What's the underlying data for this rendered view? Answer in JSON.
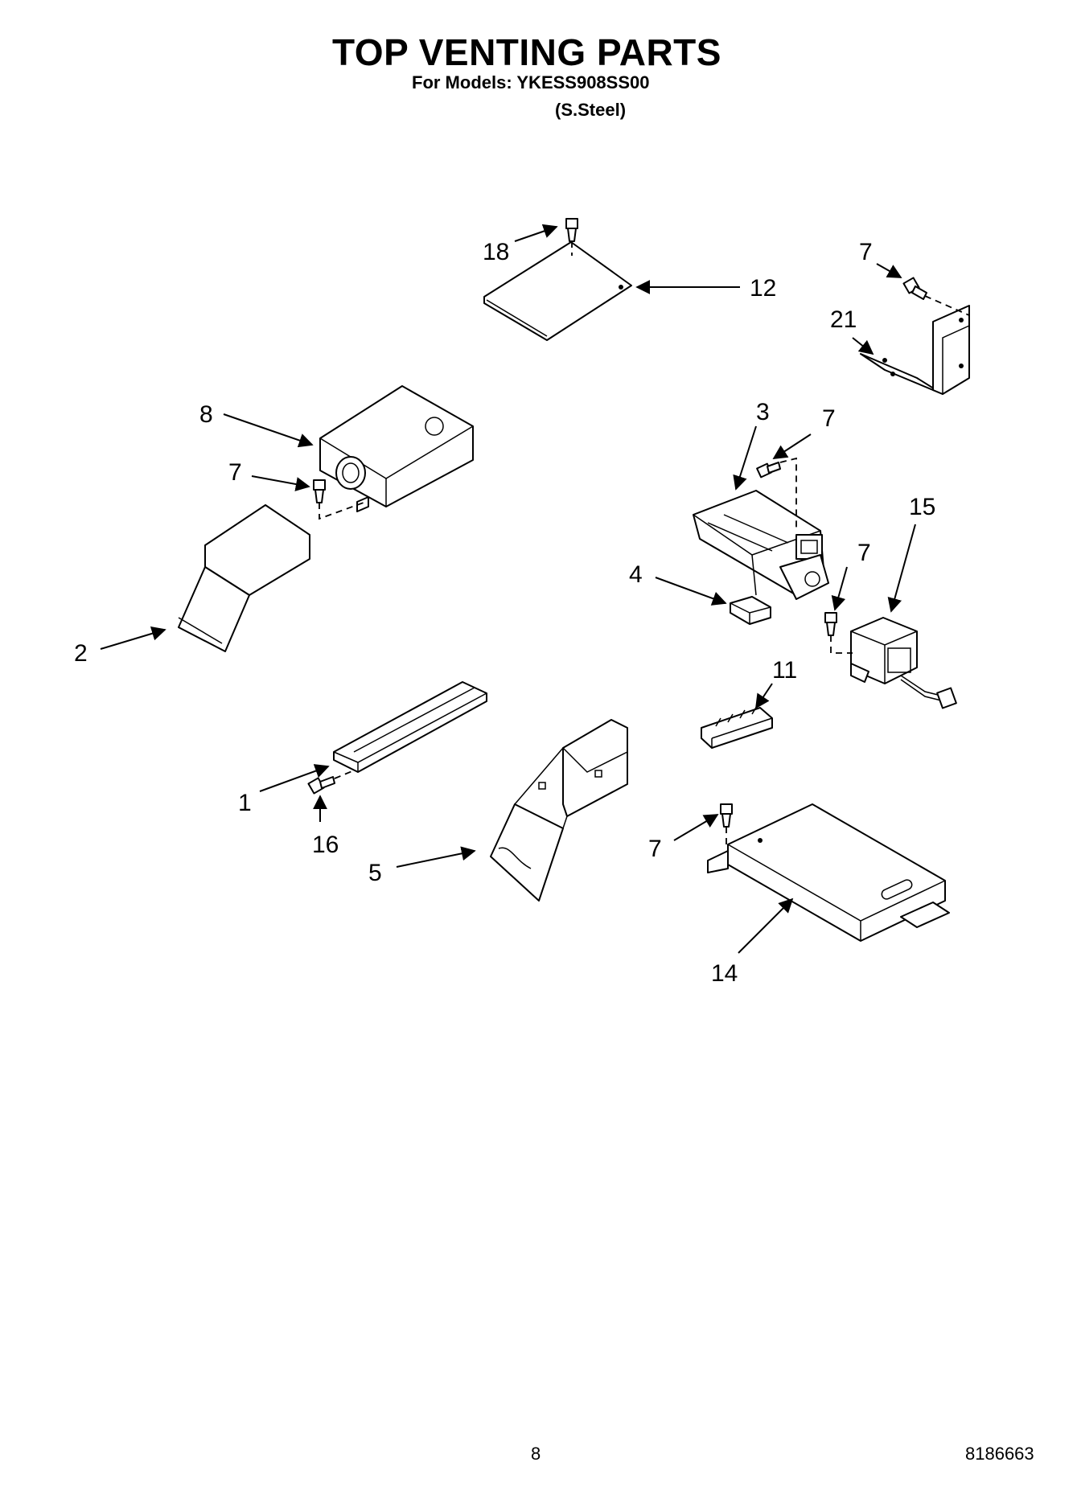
{
  "header": {
    "title": "TOP VENTING PARTS",
    "models_line": "For Models: YKESS908SS00",
    "finish_line": "(S.Steel)"
  },
  "callouts": {
    "c18": "18",
    "c12": "12",
    "c7a": "7",
    "c21": "21",
    "c8": "8",
    "c7b": "7",
    "c3": "3",
    "c7c": "7",
    "c15": "15",
    "c2": "2",
    "c4": "4",
    "c7d": "7",
    "c11": "11",
    "c1": "1",
    "c16": "16",
    "c5": "5",
    "c7e": "7",
    "c14": "14"
  },
  "footer": {
    "page_number": "8",
    "document_number": "8186663"
  }
}
